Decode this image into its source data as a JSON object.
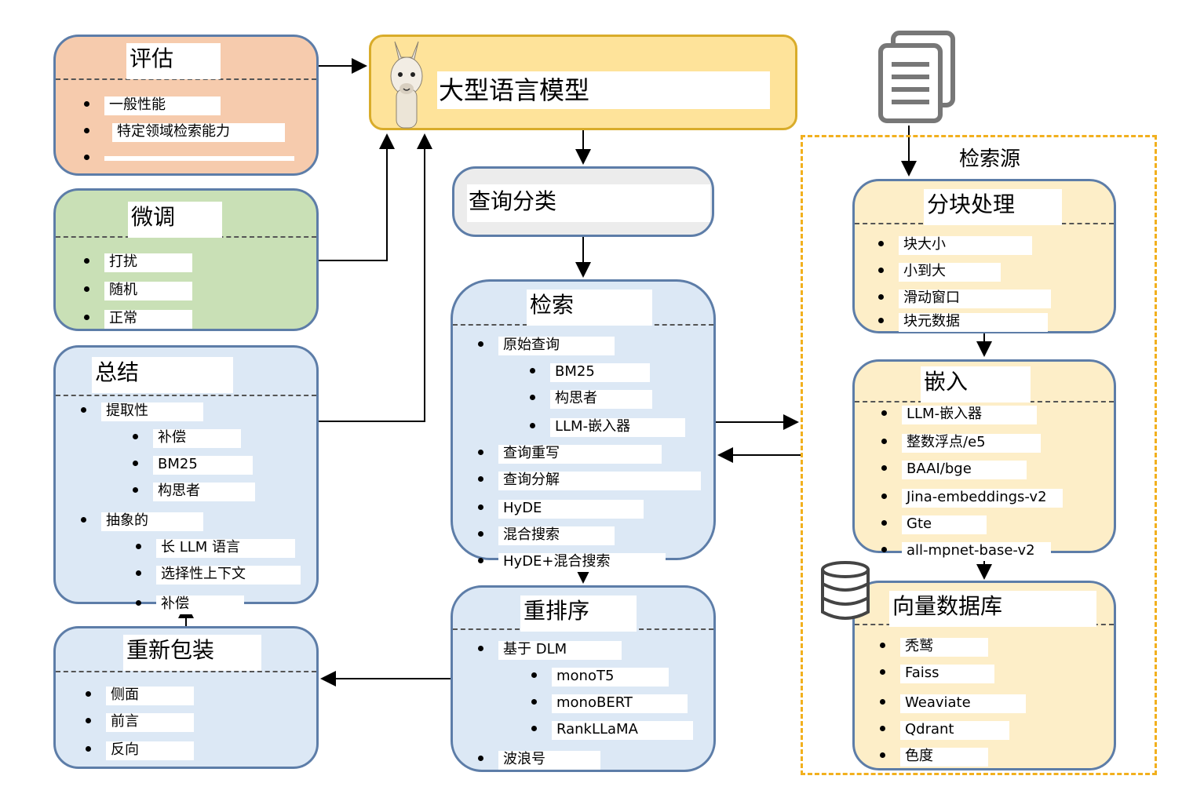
{
  "llm": {
    "title": "大型语言模型"
  },
  "eval": {
    "title": "评估",
    "items": [
      "一般性能",
      "特定领域检索能力",
      ""
    ]
  },
  "finetune": {
    "title": "微调",
    "items": [
      "打扰",
      "随机",
      "正常"
    ]
  },
  "summary": {
    "title": "总结",
    "items": [
      "提取性",
      "补偿",
      "BM25",
      "构思者",
      "抽象的",
      "长 LLM 语言",
      "选择性上下文",
      "补偿"
    ]
  },
  "repack": {
    "title": "重新包装",
    "items": [
      "侧面",
      "前言",
      "反向"
    ]
  },
  "query_class": {
    "title": "查询分类"
  },
  "retrieval": {
    "title": "检索",
    "items": [
      "原始查询",
      "BM25",
      "构思者",
      "LLM-嵌入器",
      "查询重写",
      "查询分解",
      "HyDE",
      "混合搜索",
      "HyDE+混合搜索"
    ]
  },
  "rerank": {
    "title": "重排序",
    "items": [
      "基于 DLM",
      "monoT5",
      "monoBERT",
      "RankLLaMA",
      "波浪号"
    ]
  },
  "source": {
    "label": "检索源"
  },
  "chunk": {
    "title": "分块处理",
    "items": [
      "块大小",
      "小到大",
      "滑动窗口",
      "块元数据"
    ]
  },
  "embed": {
    "title": "嵌入",
    "items": [
      "LLM-嵌入器",
      "整数浮点/e5",
      "BAAI/bge",
      "Jina-embeddings-v2",
      "Gte",
      "all-mpnet-base-v2"
    ]
  },
  "vdb": {
    "title": "向量数据库",
    "items": [
      "秃鹫",
      "Faiss",
      "Weaviate",
      "Qdrant",
      "色度"
    ]
  },
  "colors": {
    "eval_bg": "#f6cbad",
    "finetune_bg": "#c9e0b6",
    "blue_bg": "#dce8f5",
    "llm_bg": "#fee39a",
    "source_bg": "#fdeec8",
    "source_border": "#f2b01e"
  },
  "icons": [
    "llama-icon",
    "document-stack-icon",
    "database-icon"
  ]
}
